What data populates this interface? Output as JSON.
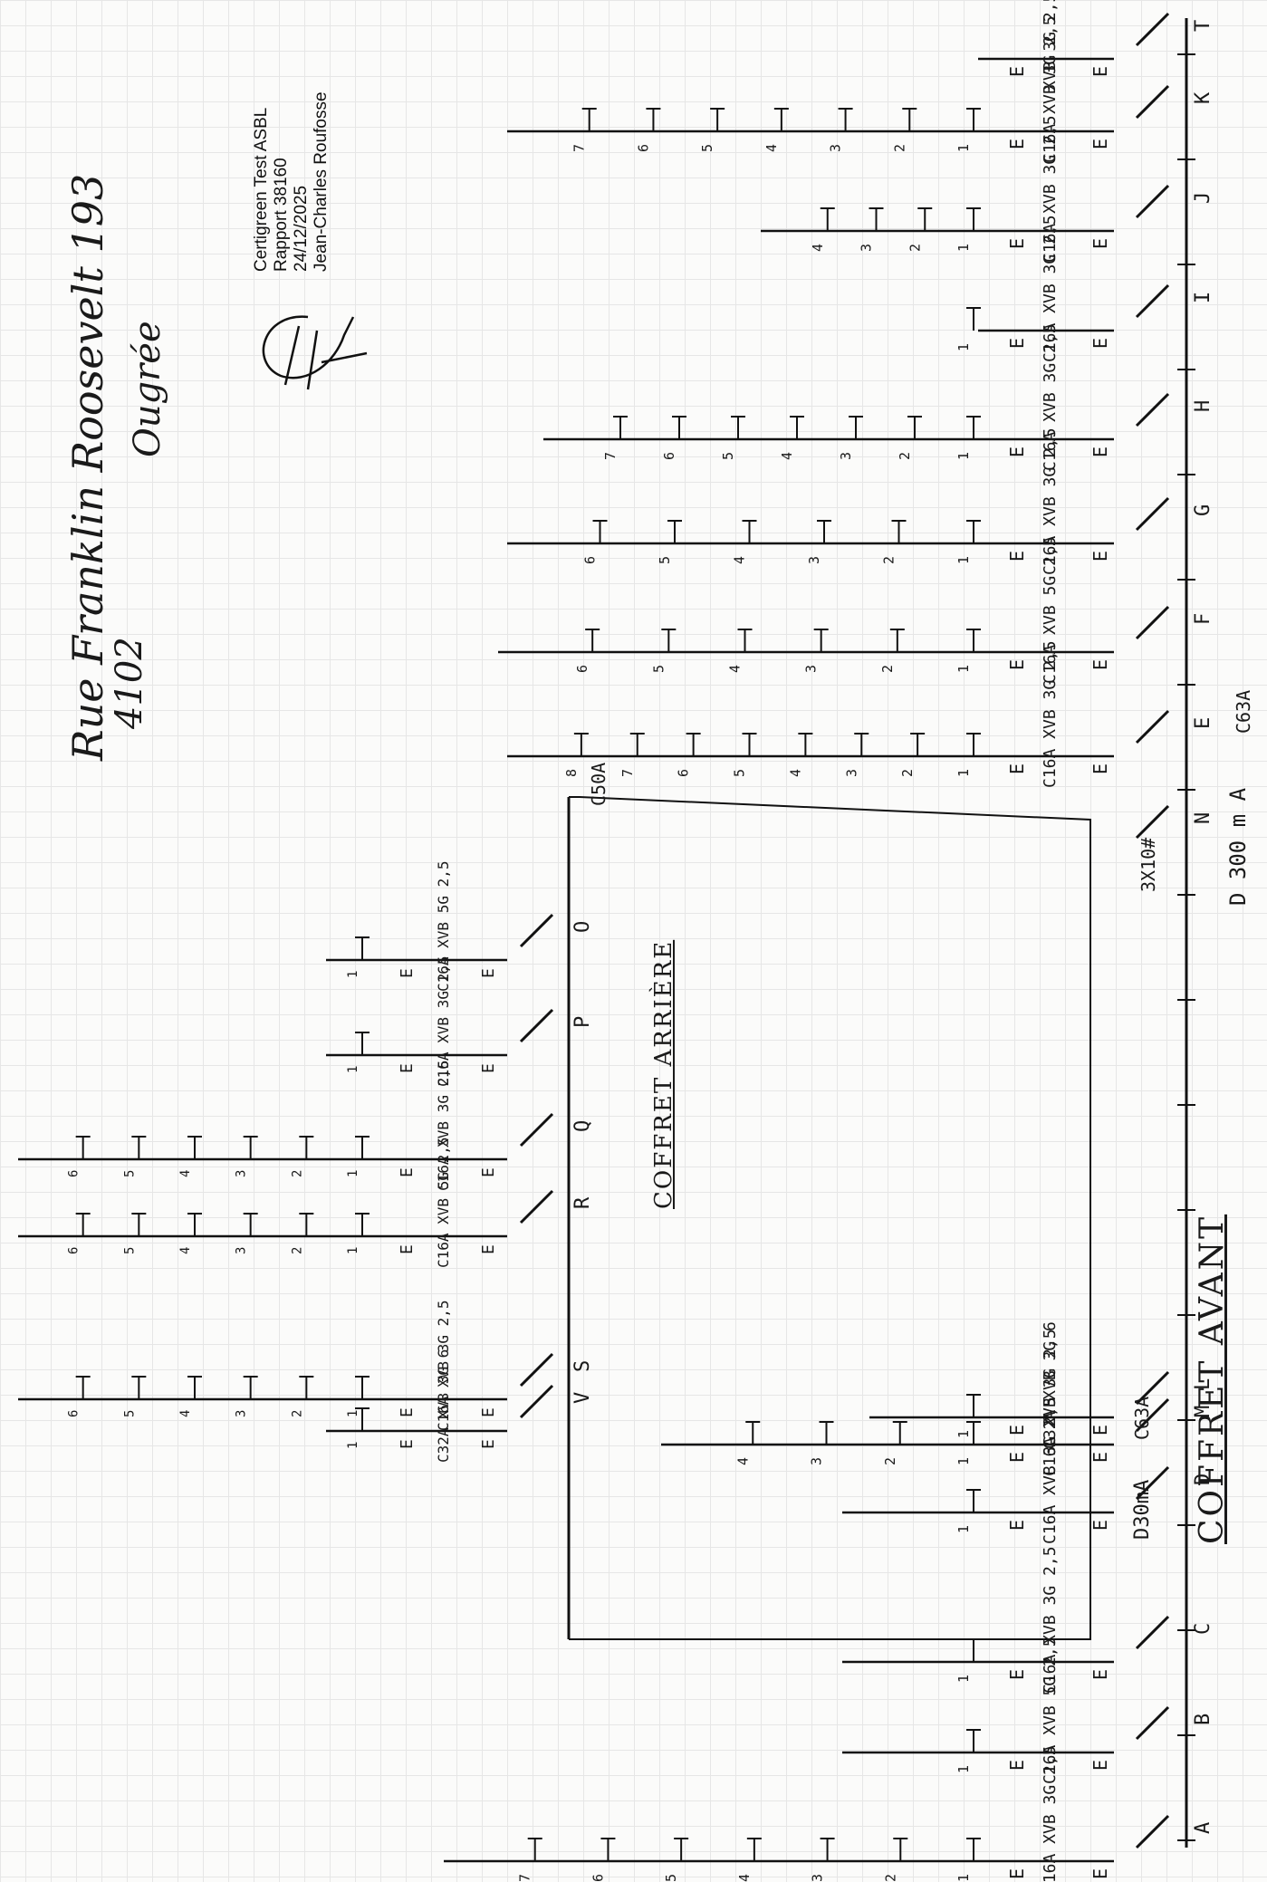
{
  "header": {
    "address": "Rue Franklin Roosevelt 193",
    "postal_code": "4102",
    "city": "Ougrée"
  },
  "stamp": {
    "organization": "Certigreen Test ASBL",
    "report": "Rapport 38160",
    "date": "24/12/2025",
    "inspector": "Jean-Charles Roufosse"
  },
  "titles": {
    "coffret_avant": "COFFRET AVANT",
    "coffret_arriere": "COFFRET ARRIÈRE"
  },
  "main_protection": {
    "front": "D 300 m A",
    "front_rating": "C63A",
    "front_cable": "3X10#",
    "sub": "D30mA",
    "sub_rating": "C63A",
    "rear_feed": "C50A"
  },
  "circuits_front": [
    {
      "letter": "T",
      "spec": "XVB 3G 2,5",
      "points": 0
    },
    {
      "letter": "K",
      "spec": "C16A XVB 3G 2,5",
      "points": 7
    },
    {
      "letter": "J",
      "spec": "C16A XVB 3G 2,5",
      "points": 4
    },
    {
      "letter": "I",
      "spec": "C16A XVB 3G 2,5",
      "points": 1
    },
    {
      "letter": "H",
      "spec": "C16A XVB 3G 2,5",
      "points": 7
    },
    {
      "letter": "G",
      "spec": "C16A XVB 3G 2,5",
      "points": 6
    },
    {
      "letter": "F",
      "spec": "C16A XVB 5G 2,5",
      "points": 6
    },
    {
      "letter": "E",
      "spec": "C16A XVB 3G 2,5",
      "points": 8
    },
    {
      "letter": "N",
      "spec": "",
      "points": 0
    },
    {
      "letter": "L",
      "spec": "C32A XVB 3G 6",
      "points": 1
    },
    {
      "letter": "M",
      "spec": "C16A XVB 3G 2,5",
      "points": 4
    },
    {
      "letter": "D",
      "spec": "C16A XVB 3G 2,5",
      "points": 1
    },
    {
      "letter": "C",
      "spec": "C16A XVB 3G 2,5",
      "points": 1
    },
    {
      "letter": "B",
      "spec": "C16A XVB 5G 2,5",
      "points": 1
    },
    {
      "letter": "A",
      "spec": "C16A XVB 3G 2,5",
      "points": 7
    }
  ],
  "circuits_rear": [
    {
      "letter": "O",
      "spec": "C16A XVB 5G 2,5",
      "points": 1
    },
    {
      "letter": "P",
      "spec": "C16A XVB 3G 2,5",
      "points": 1
    },
    {
      "letter": "Q",
      "spec": "C16A XVB 3G 2,5",
      "points": 6
    },
    {
      "letter": "R",
      "spec": "C16A XVB 5G 2,5",
      "points": 6
    },
    {
      "letter": "S",
      "spec": "C16A XVB 3G 2,5",
      "points": 6
    },
    {
      "letter": "V",
      "spec": "C32A XVB 3G 6",
      "points": 1
    }
  ],
  "earth_symbol": "E"
}
